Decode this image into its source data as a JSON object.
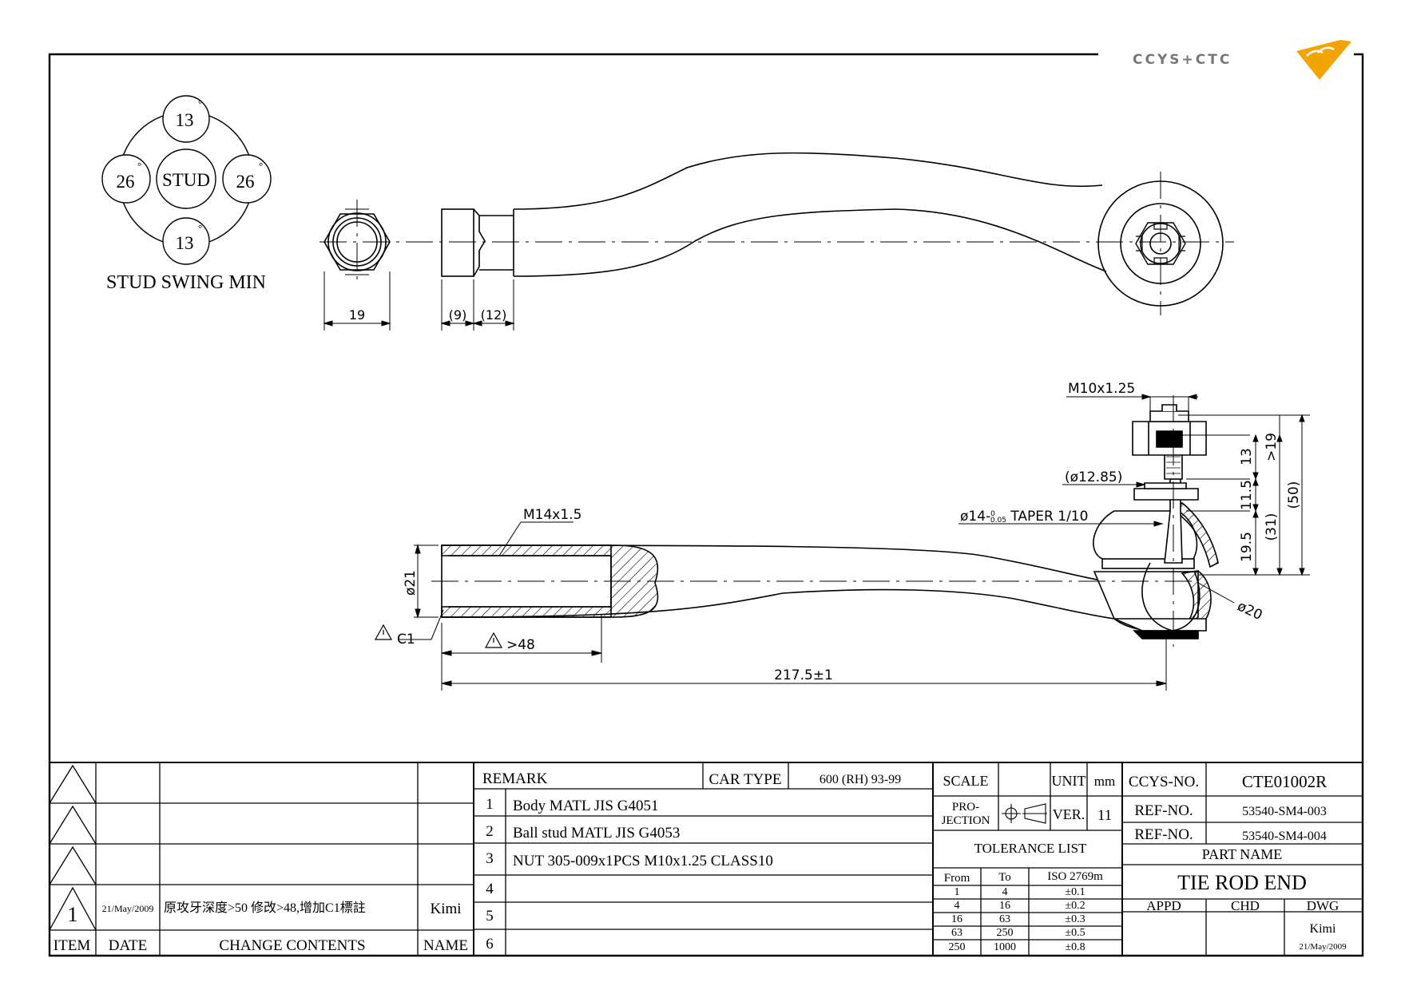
{
  "brand": {
    "logo_text": "CCYS+CTC"
  },
  "swing": {
    "top": "13",
    "bottom": "13",
    "left": "26",
    "right": "26",
    "degree": "°",
    "center": "STUD",
    "caption": "STUD SWING MIN"
  },
  "dims": {
    "hex_width": "19",
    "d9": "(9)",
    "d12": "(12)",
    "thread_body": "M14x1.5",
    "dia21": "ø21",
    "chamfer": "C1",
    "depth": ">48",
    "length": "217.5±1",
    "thread_stud": "M10x1.25",
    "dia1285": "(ø12.85)",
    "taper_a": "ø14-",
    "taper_tol_top": "0",
    "taper_tol_bot": "0.05",
    "taper_b": " TAPER 1/10",
    "dia20": "ø20",
    "v13": "13",
    "v19": ">19",
    "v115": "11.5",
    "v195": "19.5",
    "v31": "(31)",
    "v50": "(50)"
  },
  "revisions": {
    "rows": [
      {
        "item": "",
        "date": "",
        "content": "",
        "name": ""
      },
      {
        "item": "",
        "date": "",
        "content": "",
        "name": ""
      },
      {
        "item": "",
        "date": "",
        "content": "",
        "name": ""
      },
      {
        "item": "1",
        "date": "21/May/2009",
        "content": "原攻牙深度>50 修改>48,增加C1標註",
        "name": "Kimi"
      }
    ],
    "headers": {
      "item": "ITEM",
      "date": "DATE",
      "content": "CHANGE CONTENTS",
      "name": "NAME"
    }
  },
  "remarks": {
    "label": "REMARK",
    "car_type_label": "CAR TYPE",
    "car_type": "600 (RH) 93-99",
    "rows": [
      {
        "no": "1",
        "text": "Body MATL JIS G4051"
      },
      {
        "no": "2",
        "text": "Ball stud MATL JIS G4053"
      },
      {
        "no": "3",
        "text": "NUT 305-009x1PCS M10x1.25 CLASS10"
      },
      {
        "no": "4",
        "text": ""
      },
      {
        "no": "5",
        "text": ""
      },
      {
        "no": "6",
        "text": ""
      }
    ]
  },
  "info": {
    "scale_label": "SCALE",
    "scale": "",
    "unit_label": "UNIT",
    "unit": "mm",
    "projection_line1": "PRO-",
    "projection_line2": "JECTION",
    "ver_label": "VER.",
    "ver": "11",
    "tolerance_title": "TOLERANCE LIST",
    "tol_headers": {
      "from": "From",
      "to": "To",
      "std": "ISO 2769m"
    },
    "tolerances": [
      {
        "from": "1",
        "to": "4",
        "tol": "±0.1"
      },
      {
        "from": "4",
        "to": "16",
        "tol": "±0.2"
      },
      {
        "from": "16",
        "to": "63",
        "tol": "±0.3"
      },
      {
        "from": "63",
        "to": "250",
        "tol": "±0.5"
      },
      {
        "from": "250",
        "to": "1000",
        "tol": "±0.8"
      }
    ]
  },
  "title_block": {
    "ccys_label": "CCYS-NO.",
    "ccys_no": "CTE01002R",
    "ref_label": "REF-NO.",
    "ref1": "53540-SM4-003",
    "ref2": "53540-SM4-004",
    "part_name_label": "PART NAME",
    "part_name": "TIE ROD END",
    "appd": "APPD",
    "chd": "CHD",
    "dwg": "DWG",
    "dwg_name": "Kimi",
    "dwg_date": "21/May/2009"
  }
}
